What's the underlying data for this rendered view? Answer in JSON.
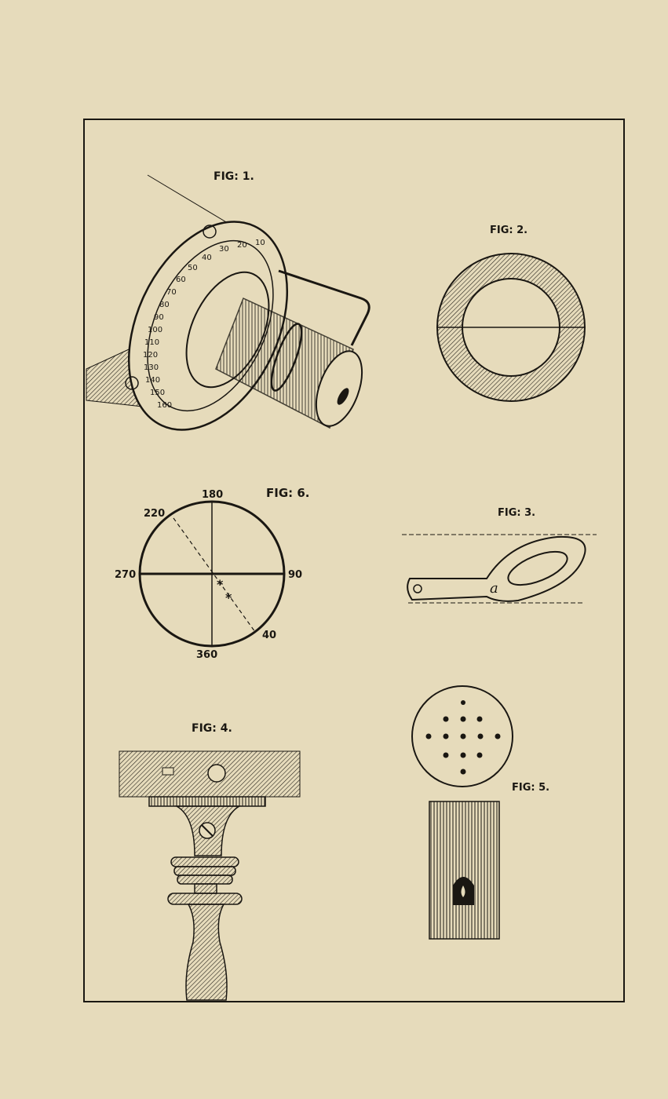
{
  "figures": {
    "fig1": {
      "label": "FIG: 1.",
      "dial_numbers": [
        "10",
        "20",
        "30",
        "40",
        "50",
        "60",
        "70",
        "80",
        "90",
        "100",
        "110",
        "120",
        "130",
        "140",
        "150",
        "160"
      ]
    },
    "fig2": {
      "label": "FIG: 2."
    },
    "fig3": {
      "label": "FIG: 3.",
      "part_letter": "a"
    },
    "fig4": {
      "label": "FIG: 4."
    },
    "fig5": {
      "label": "FIG: 5."
    },
    "fig6": {
      "label": "FIG: 6.",
      "degrees": {
        "top": "180",
        "upper_left": "220",
        "left": "270",
        "right": "90",
        "lower_right": "40",
        "bottom": "360"
      }
    }
  },
  "colors": {
    "paper": "#e6dbbb",
    "ink": "#1a1712"
  }
}
